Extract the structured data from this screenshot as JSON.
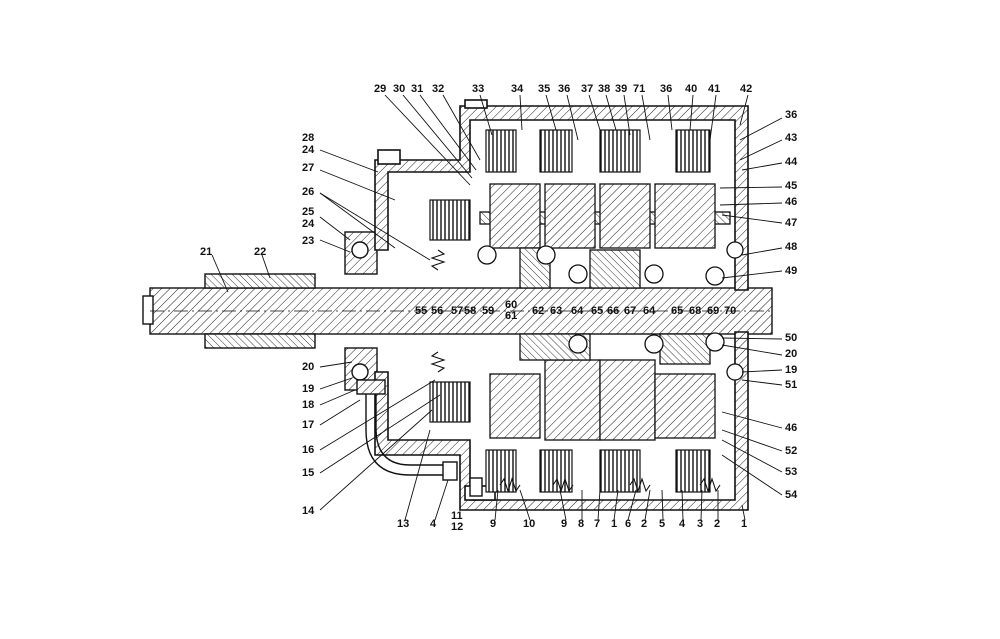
{
  "labels": {
    "top": [
      "29",
      "30",
      "31",
      "32",
      "33",
      "34",
      "35",
      "36",
      "37",
      "38",
      "39",
      "71",
      "36",
      "40",
      "41",
      "42"
    ],
    "right": [
      "36",
      "43",
      "44",
      "45",
      "46",
      "47",
      "48",
      "49",
      "50",
      "20",
      "19",
      "51",
      "46",
      "52",
      "53",
      "54"
    ],
    "left": [
      "28",
      "24",
      "27",
      "26",
      "25",
      "24",
      "23",
      "21",
      "22",
      "20",
      "19",
      "18",
      "17",
      "16",
      "15",
      "14"
    ],
    "bottom": [
      "13",
      "4",
      "11",
      "12",
      "9",
      "10",
      "9",
      "8",
      "7",
      "1",
      "6",
      "2",
      "5",
      "4",
      "3",
      "2",
      "1"
    ],
    "shaft_row": [
      "55",
      "56",
      "57",
      "58",
      "59",
      "60",
      "61",
      "62",
      "63",
      "64",
      "65",
      "66",
      "67",
      "64",
      "65",
      "68",
      "69",
      "70"
    ]
  }
}
